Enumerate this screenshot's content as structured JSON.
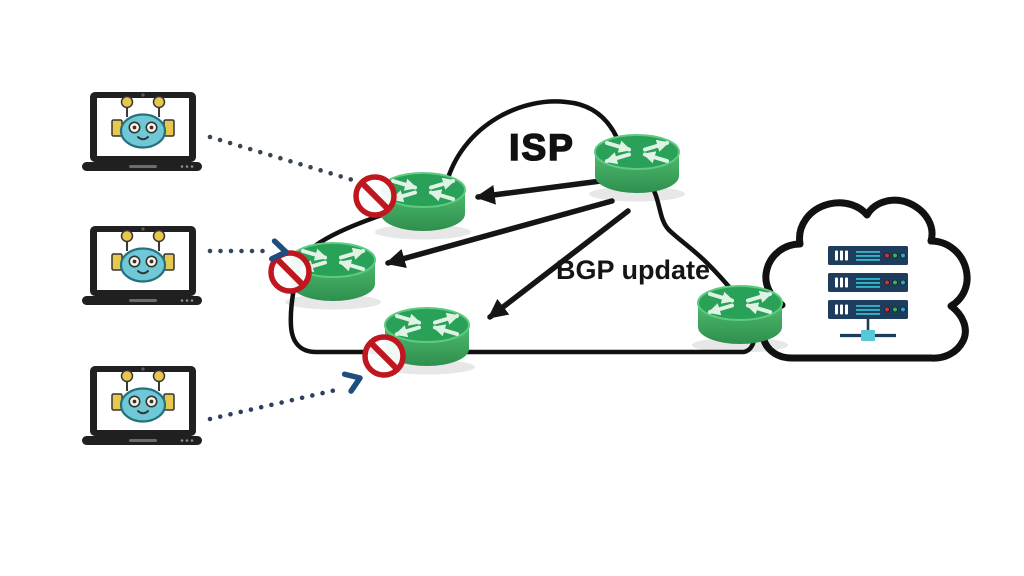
{
  "page": {
    "background": "#ffffff",
    "description": "Network security diagram: an ISP cloud receives BGP updates from a core router; edge routers block bot traffic coming from three client laptops; the ISP connects through a border router to a data-center cloud with a server rack."
  },
  "labels": {
    "isp": "ISP",
    "bgp_update": "BGP update"
  },
  "colors": {
    "background": "#ffffff",
    "cloud_outline": "#111111",
    "arrow_black": "#151515",
    "router_top_green": "#2aa158",
    "router_side_green_light": "#4fbb6e",
    "router_side_green_dark": "#2e8f4e",
    "router_glyph_mint": "#dff3e4",
    "blocked_sign_red": "#c0161f",
    "dotted_line_slate": "#31475c",
    "chevron_blue": "#1d4e7d",
    "laptop_dark": "#202020",
    "robot_teal": "#6fc8d6",
    "robot_outline_teal": "#26707e",
    "robot_yellow": "#e7c84c",
    "server_navy": "#1e3c5c",
    "server_teal": "#2fb3c6",
    "status_dot_red": "#d9312a",
    "status_dot_green": "#3db54a",
    "status_dot_blue": "#2fa8bf",
    "connector_teal": "#56c8d6"
  },
  "diagram": {
    "type": "network-topology",
    "clouds": [
      {
        "id": "isp-cloud",
        "label": "ISP"
      },
      {
        "id": "datacenter-cloud",
        "label": ""
      }
    ],
    "nodes": [
      {
        "id": "client-laptop-1",
        "kind": "laptop-with-bot",
        "blocked": true
      },
      {
        "id": "client-laptop-2",
        "kind": "laptop-with-bot",
        "blocked": true
      },
      {
        "id": "client-laptop-3",
        "kind": "laptop-with-bot",
        "blocked": true
      },
      {
        "id": "isp-edge-router-1",
        "kind": "router",
        "cloud": "isp-cloud",
        "blocked_sign": true
      },
      {
        "id": "isp-edge-router-2",
        "kind": "router",
        "cloud": "isp-cloud",
        "blocked_sign": true
      },
      {
        "id": "isp-edge-router-3",
        "kind": "router",
        "cloud": "isp-cloud",
        "blocked_sign": true
      },
      {
        "id": "isp-core-router",
        "kind": "router",
        "cloud": "isp-cloud",
        "blocked_sign": false
      },
      {
        "id": "border-router",
        "kind": "router",
        "cloud": "datacenter-cloud",
        "blocked_sign": false
      },
      {
        "id": "server-rack",
        "kind": "server-stack",
        "units": 3,
        "status_dots_per_unit": 3,
        "cloud": "datacenter-cloud"
      }
    ],
    "edges": [
      {
        "from": "isp-core-router",
        "to": "isp-edge-router-1",
        "label": "BGP update",
        "style": "solid-black-arrow"
      },
      {
        "from": "isp-core-router",
        "to": "isp-edge-router-2",
        "label": "BGP update",
        "style": "solid-black-arrow"
      },
      {
        "from": "isp-core-router",
        "to": "isp-edge-router-3",
        "label": "BGP update",
        "style": "solid-black-arrow"
      },
      {
        "from": "client-laptop-1",
        "to": "isp-edge-router-1",
        "style": "dotted",
        "status": "blocked"
      },
      {
        "from": "client-laptop-2",
        "to": "isp-edge-router-2",
        "style": "dotted-chevron-arrow",
        "status": "blocked"
      },
      {
        "from": "client-laptop-3",
        "to": "isp-edge-router-3",
        "style": "dotted-chevron-arrow",
        "status": "blocked"
      }
    ]
  }
}
